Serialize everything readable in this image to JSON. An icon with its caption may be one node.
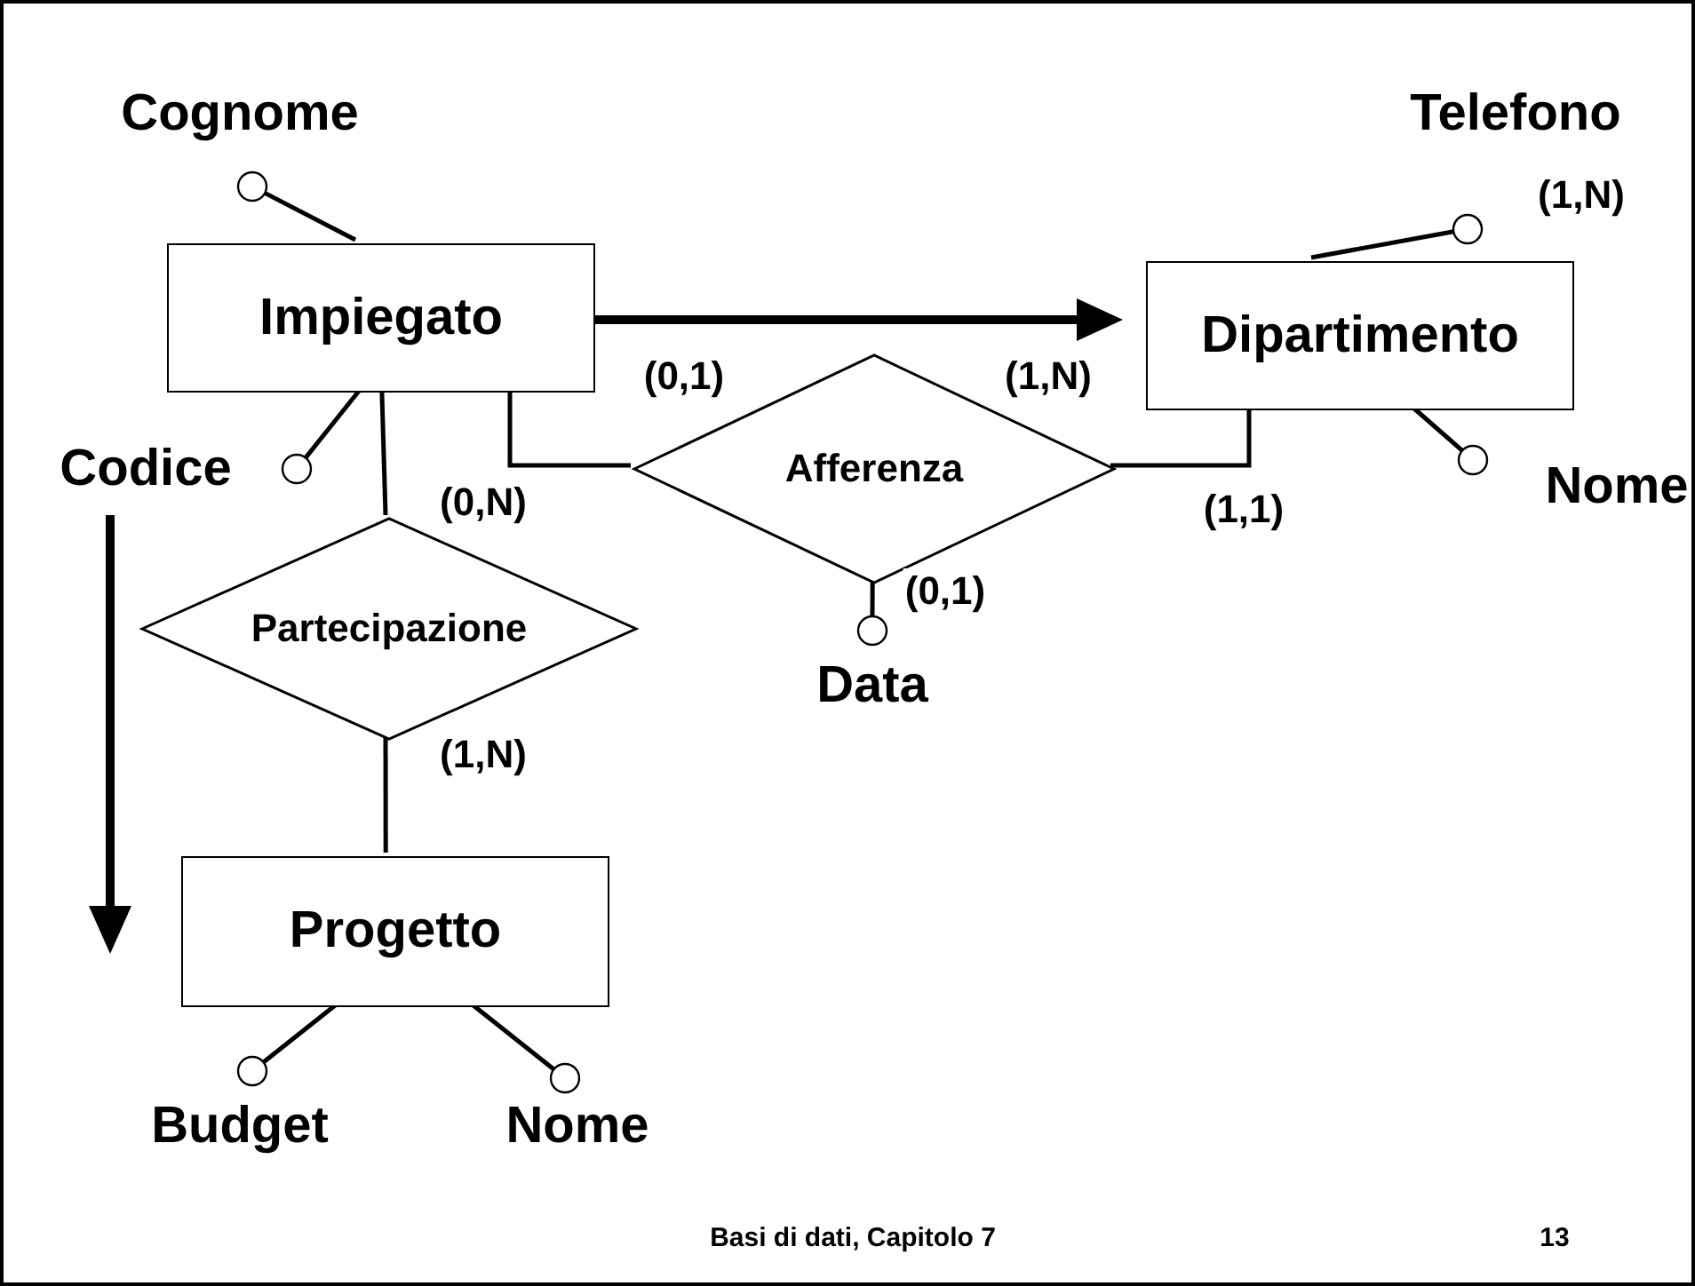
{
  "diagram": {
    "nodes": [
      {
        "text": [
          "Cognome"
        ]
      },
      {
        "text": [
          "Telefono"
        ]
      },
      {
        "text": [
          "Impiegato"
        ]
      },
      {
        "text": [
          "Dipartimento"
        ]
      },
      {
        "text": [
          "Codice"
        ]
      },
      {
        "text": [
          "Afferenza"
        ]
      },
      {
        "text": [
          "Nome"
        ]
      },
      {
        "text": [
          "Partecipazione"
        ]
      },
      {
        "text": [
          "Data"
        ]
      },
      {
        "text": [
          "Progetto"
        ]
      },
      {
        "text": [
          "Budget"
        ]
      },
      {
        "text": [
          "Nome"
        ]
      }
    ],
    "edges": [
      {
        "from": 2,
        "to": 0,
        "arrow": "none"
      },
      {
        "from": 2,
        "to": 4,
        "arrow": "none"
      },
      {
        "from": 3,
        "to": 1,
        "arrow": "none"
      },
      {
        "from": 3,
        "to": 6,
        "arrow": "none"
      },
      {
        "from": 2,
        "to": 5,
        "arrow": "none",
        "label": "(0,1)"
      },
      {
        "from": 5,
        "to": 3,
        "arrow": "none",
        "label": "(1,N)"
      },
      {
        "from": 5,
        "to": 8,
        "arrow": "none",
        "label": "(0,1)"
      },
      {
        "from": 2,
        "to": 7,
        "arrow": "none",
        "label": "(0,N)"
      },
      {
        "from": 7,
        "to": 9,
        "arrow": "none",
        "label": "(1,N)"
      },
      {
        "from": 9,
        "to": 10,
        "arrow": "none"
      },
      {
        "from": 9,
        "to": 11,
        "arrow": "none"
      }
    ],
    "labels": [
      "(1,N)",
      "(1,1)",
      "Basi di dati, Capitolo 7",
      "13"
    ]
  }
}
